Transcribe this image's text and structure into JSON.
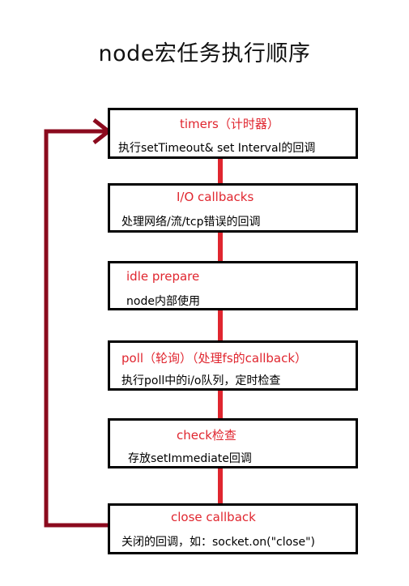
{
  "title": "node宏任务执行顺序",
  "colors": {
    "phase_text": "#e0262f",
    "connector": "#e0262f",
    "loop_arrow": "#8b0a1e",
    "box_border": "#000000"
  },
  "phases": [
    {
      "name": "timers（计时器）",
      "desc": "执行setTimeout& set Interval的回调"
    },
    {
      "name": "I/O callbacks",
      "desc": "处理网络/流/tcp错误的回调"
    },
    {
      "name": "idle prepare",
      "desc": "node内部使用"
    },
    {
      "name": "poll（轮询）（处理fs的callback）",
      "desc": "执行poll中的i/o队列，定时检查"
    },
    {
      "name": "check检查",
      "desc": "存放setImmediate回调"
    },
    {
      "name": "close callback",
      "desc": "关闭的回调，如：socket.on(\"close\")"
    }
  ]
}
